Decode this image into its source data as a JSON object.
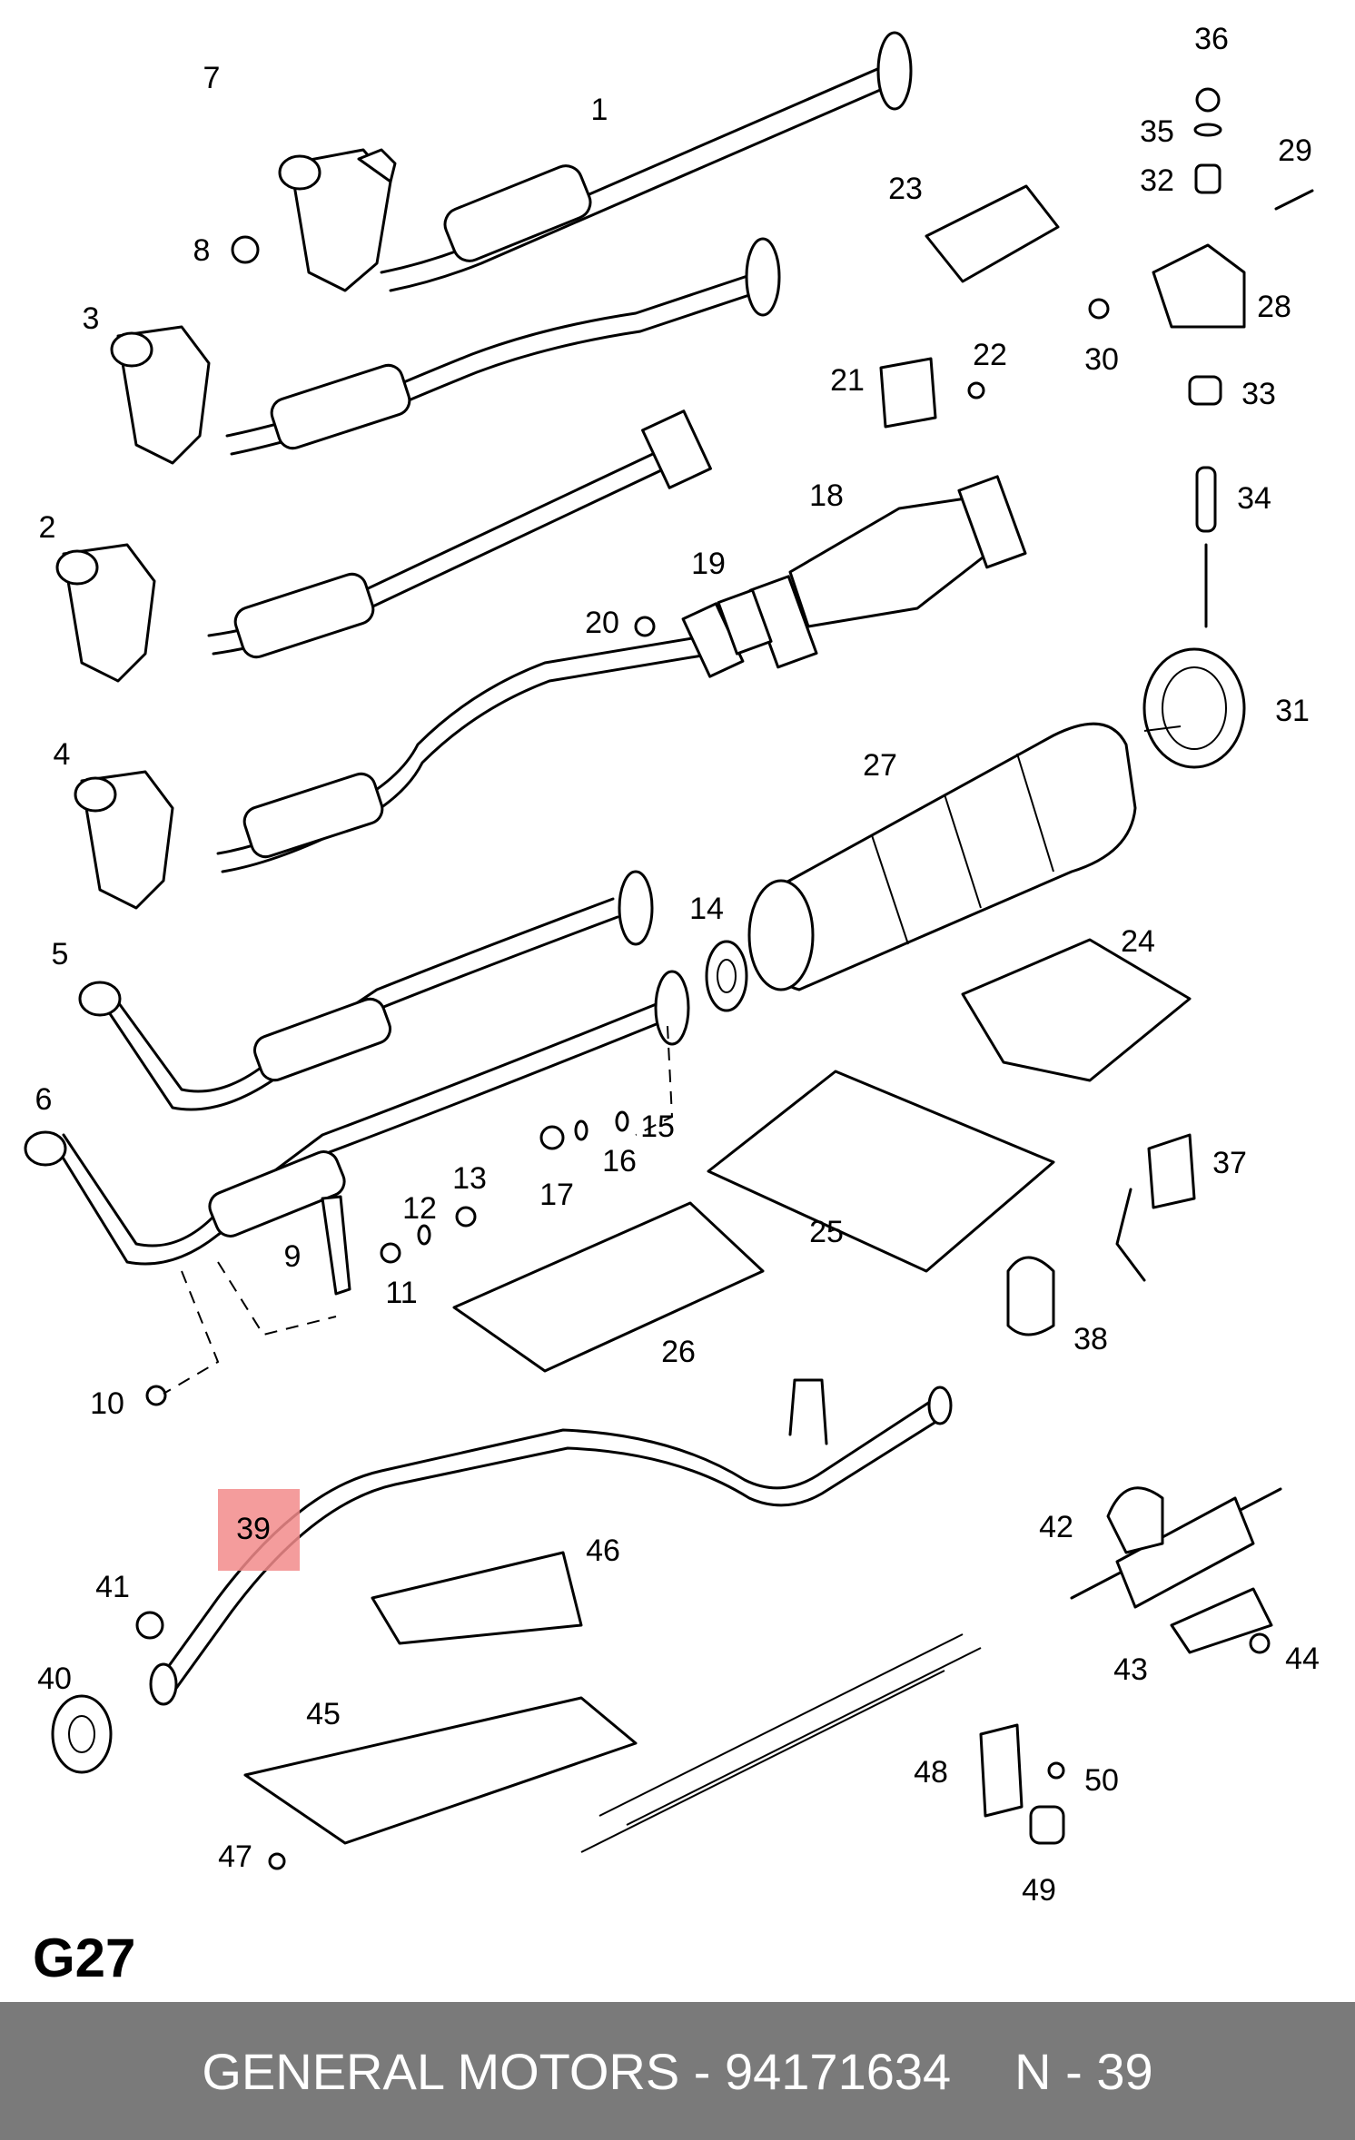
{
  "diagram": {
    "code": "G27",
    "highlighted_part": "39",
    "part_labels": [
      "1",
      "2",
      "3",
      "4",
      "5",
      "6",
      "7",
      "8",
      "9",
      "10",
      "11",
      "12",
      "13",
      "14",
      "15",
      "16",
      "17",
      "18",
      "19",
      "20",
      "21",
      "22",
      "23",
      "24",
      "25",
      "26",
      "27",
      "28",
      "29",
      "30",
      "31",
      "32",
      "33",
      "34",
      "35",
      "36",
      "37",
      "38",
      "39",
      "40",
      "41",
      "42",
      "43",
      "44",
      "45",
      "46",
      "47",
      "48",
      "49",
      "50"
    ]
  },
  "footer": {
    "part_info": "GENERAL MOTORS - 94171634",
    "position": "N - 39"
  }
}
